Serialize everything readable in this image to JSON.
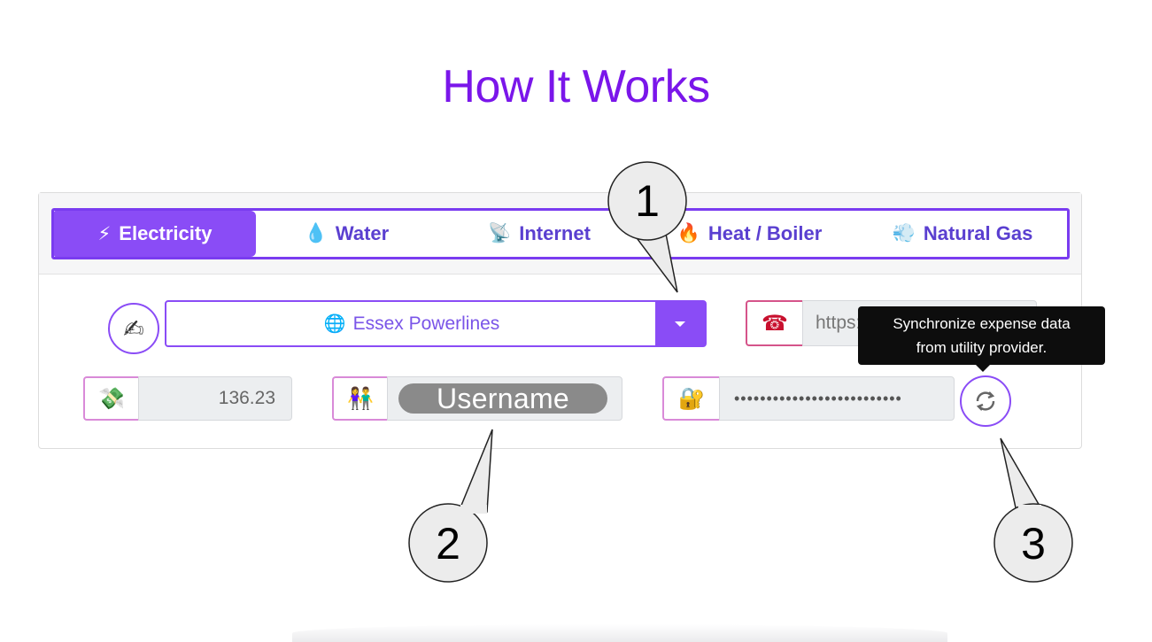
{
  "page": {
    "title": "How It Works"
  },
  "tabs": [
    {
      "label": "Electricity",
      "icon": "⚡",
      "active": true
    },
    {
      "label": "Water",
      "icon": "💧",
      "active": false
    },
    {
      "label": "Internet",
      "icon": "📡",
      "active": false
    },
    {
      "label": "Heat / Boiler",
      "icon": "🔥",
      "active": false
    },
    {
      "label": "Natural Gas",
      "icon": "💨",
      "active": false
    }
  ],
  "provider": {
    "icon": "✍",
    "selected": "Essex Powerlines",
    "globe_icon": "🌐"
  },
  "url": {
    "icon": "☎",
    "value": "https:"
  },
  "amount": {
    "icon": "💸",
    "value": "136.23"
  },
  "username": {
    "icon": "👫",
    "placeholder": "Username"
  },
  "password": {
    "icon": "🔐",
    "value": "••••••••••••••••••••••••••"
  },
  "tooltip": {
    "line1": "Synchronize expense data",
    "line2": "from utility provider."
  },
  "callouts": [
    "1",
    "2",
    "3"
  ],
  "colors": {
    "accent": "#8a4cf6",
    "title": "#7a16ea",
    "tooltip_bg": "#0d0d0d"
  }
}
